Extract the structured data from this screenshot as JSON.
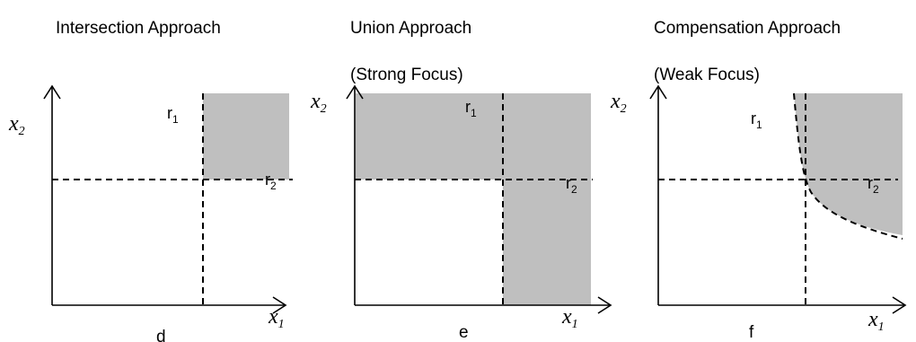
{
  "panels": [
    {
      "title": "Intersection Approach",
      "subtitle": "",
      "caption": "d",
      "x_label": "x",
      "x_sub": "1",
      "y_label": "x",
      "y_sub": "2",
      "r1": "r",
      "r1_sub": "1",
      "r2": "r",
      "r2_sub": "2"
    },
    {
      "title": "Union Approach",
      "subtitle": "(Strong Focus)",
      "caption": "e",
      "x_label": "x",
      "x_sub": "1",
      "y_label": "x",
      "y_sub": "2",
      "r1": "r",
      "r1_sub": "1",
      "r2": "r",
      "r2_sub": "2"
    },
    {
      "title": "Compensation Approach",
      "subtitle": "(Weak Focus)",
      "caption": "f",
      "x_label": "x",
      "x_sub": "1",
      "y_label": "x",
      "y_sub": "2",
      "r1": "r",
      "r1_sub": "1",
      "r2": "r",
      "r2_sub": "2"
    }
  ],
  "colors": {
    "shade": "#bfbfbf",
    "line": "#000000"
  }
}
